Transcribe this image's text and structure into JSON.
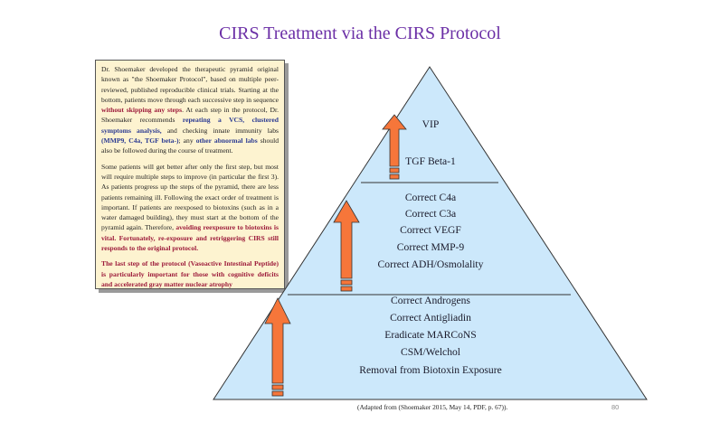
{
  "title": "CIRS Treatment via the CIRS Protocol",
  "sidebar": {
    "p1": {
      "t1": "Dr. Shoemaker developed the therapeutic pyramid original known as \"the Shoemaker Protocol\", based on multiple peer-reviewed, published reproducible clinical trials. Starting at the bottom, patients move through each successive step in sequence ",
      "h1": "without skipping any steps",
      "t2": ". At each step in the protocol, Dr. Shoemaker recommends ",
      "h2": "repeating a VCS, clustered symptoms analysis,",
      "t3": " and checking innate immunity labs ",
      "h3": "(MMP9, C4a, TGF beta-)",
      "t4": "; any ",
      "h4": "other abnormal labs",
      "t5": " should also be followed during the course of treatment."
    },
    "p2": {
      "t1": "Some patients will get better after only the first step, but most will require multiple steps to improve (in particular the first 3). As patients progress up the steps of the pyramid, there are less patients remaining ill. Following the exact order of treatment is important. If patients are reexposed to biotoxins (such as in a water damaged building), they must start at the bottom of the pyramid again. Therefore, ",
      "h1": "avoiding reexposure to biotoxins is vital. Fortunately, re-exposure and retriggering CIRS still responds to the original protocol."
    },
    "p3": "The last step of the protocol (Vasoactive Intestinal Peptide) is particularly important for those with cognitive deficits and accelerated gray matter nuclear atrophy"
  },
  "pyramid": {
    "top": [
      "VIP",
      "TGF Beta-1"
    ],
    "middle": [
      "Correct C4a",
      "Correct C3a",
      "Correct VEGF",
      "Correct MMP-9",
      "Correct ADH/Osmolality"
    ],
    "bottom": [
      "Correct Androgens",
      "Correct Antigliadin",
      "Eradicate MARCoNS",
      "CSM/Welchol",
      "Removal from Biotoxin Exposure"
    ]
  },
  "colors": {
    "pyramid_fill": "#cce8fb",
    "arrow": "#f6763a",
    "title": "#6b2fa6",
    "box_bg": "#fdf3d0"
  },
  "caption": "(Adapted from (Shoemaker 2015, May 14, PDF, p. 67)).",
  "page_number": "80"
}
